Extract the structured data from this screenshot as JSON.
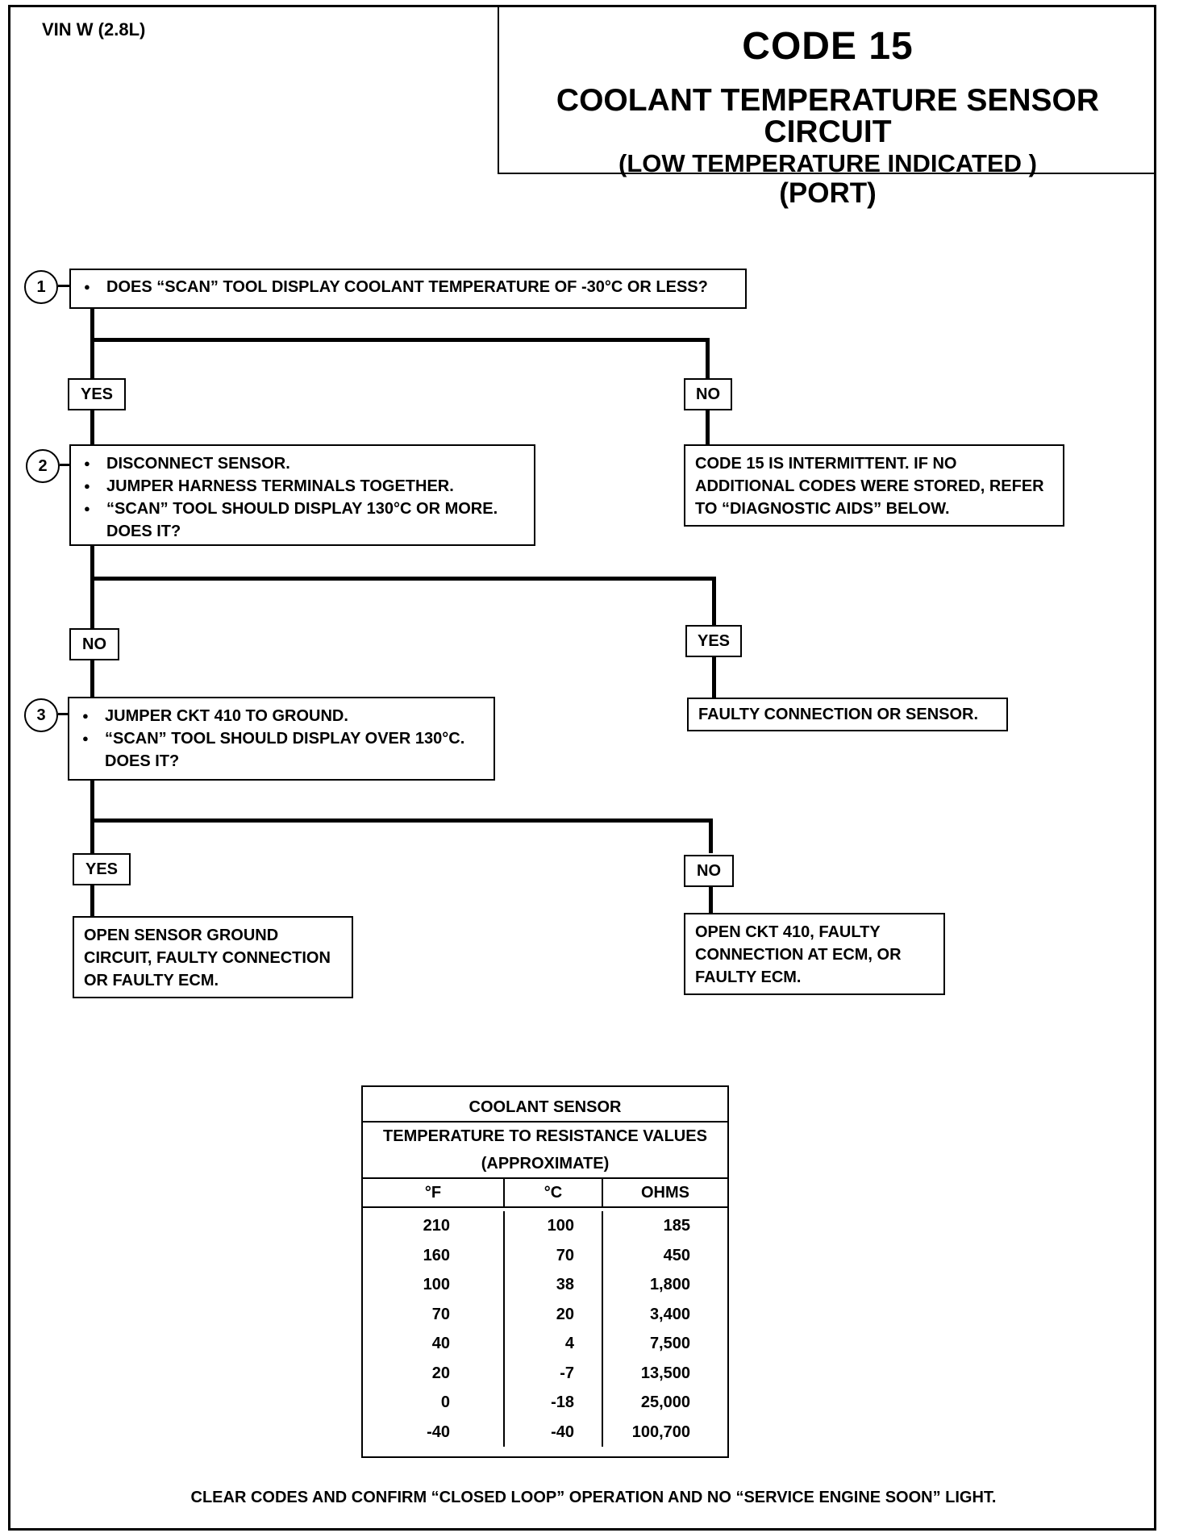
{
  "header": {
    "vin": "VIN W (2.8L)",
    "code": "CODE 15",
    "title": "COOLANT TEMPERATURE SENSOR CIRCUIT",
    "subtitle": "(LOW TEMPERATURE INDICATED )",
    "variant": "(PORT)"
  },
  "steps": [
    {
      "number": "1",
      "lines": [
        "DOES “SCAN” TOOL DISPLAY COOLANT TEMPERATURE OF -30°C OR LESS?"
      ]
    },
    {
      "number": "2",
      "lines": [
        "DISCONNECT SENSOR.",
        "JUMPER HARNESS TERMINALS TOGETHER.",
        "“SCAN” TOOL SHOULD DISPLAY 130°C OR MORE.",
        "DOES IT?"
      ]
    },
    {
      "number": "3",
      "lines": [
        "JUMPER CKT 410 TO GROUND.",
        "“SCAN” TOOL SHOULD DISPLAY OVER 130°C.",
        "DOES IT?"
      ]
    }
  ],
  "branches": {
    "b1_left": "YES",
    "b1_right": "NO",
    "b2_left": "NO",
    "b2_right": "YES",
    "b3_left": "YES",
    "b3_right": "NO"
  },
  "outcomes": {
    "intermittent": [
      "CODE 15 IS INTERMITTENT.  IF NO",
      "ADDITIONAL CODES WERE STORED,  REFER",
      "TO “DIAGNOSTIC AIDS”  BELOW."
    ],
    "faulty_connection": [
      "FAULTY CONNECTION OR SENSOR."
    ],
    "open_ground": [
      "OPEN SENSOR GROUND",
      "CIRCUIT, FAULTY CONNECTION",
      "OR FAULTY ECM."
    ],
    "open_ckt": [
      "OPEN CKT  410, FAULTY",
      "CONNECTION AT ECM, OR",
      "FAULTY ECM."
    ]
  },
  "table": {
    "title1": "COOLANT SENSOR",
    "title2": "TEMPERATURE TO RESISTANCE VALUES",
    "title3": "(APPROXIMATE)",
    "headers": [
      "°F",
      "°C",
      "OHMS"
    ],
    "rows": [
      [
        "210",
        "100",
        "185"
      ],
      [
        "160",
        "70",
        "450"
      ],
      [
        "100",
        "38",
        "1,800"
      ],
      [
        "70",
        "20",
        "3,400"
      ],
      [
        "40",
        "4",
        "7,500"
      ],
      [
        "20",
        "-7",
        "13,500"
      ],
      [
        "0",
        "-18",
        "25,000"
      ],
      [
        "-40",
        "-40",
        "100,700"
      ]
    ]
  },
  "footer": "CLEAR CODES AND CONFIRM “CLOSED LOOP”  OPERATION AND NO “SERVICE ENGINE SOON” LIGHT."
}
